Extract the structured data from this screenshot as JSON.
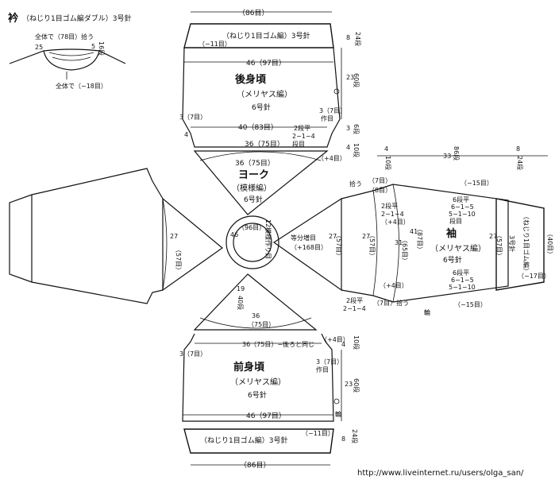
{
  "collar": {
    "title": "衿",
    "subtitle": "（ねじり1目ゴム編ダブル）3号針",
    "pick_all": "全体で（78目）拾う",
    "left_num": "25",
    "right_num": "5",
    "bind_all": "全体で（−18目）",
    "rows": "16段"
  },
  "back": {
    "width_top": "（86目）",
    "rib_label": "（ねじり1目ゴム編）3号針",
    "dec_label": "（−11目）",
    "width_46": "46（97目）",
    "title": "後身頃",
    "stitch": "（メリヤス編）",
    "needle": "6号針",
    "side_23": "23",
    "side_60": "60段",
    "rib_8": "8",
    "rib_24": "24段",
    "left_3": "3（7目）",
    "left_4": "4",
    "right_3": "3（7目）",
    "right_make": "作目",
    "width_40": "40（83目）",
    "dec_rule_1": "2段平",
    "dec_rule_2": "2−1−4",
    "dec_rule_3": "段目",
    "width_36": "36（75目）",
    "plus4": "（+4目）",
    "dim_3": "3",
    "dim_6": "6段",
    "dim_4": "4",
    "dim_10": "10段"
  },
  "yoke": {
    "width_36": "36（75目）",
    "title": "ヨーク",
    "stitch": "（模様編）",
    "needle": "6号針",
    "neck_46": "46",
    "neck_96": "（96目）",
    "neck_12": "12模様作り目",
    "right_note": "等分増目",
    "right_plus": "（+168目）",
    "right_27": "27",
    "right_57": "（57目）",
    "left_27": "27",
    "left_57": "（57目）",
    "bottom_19": "19",
    "bottom_40": "40段",
    "bottom_36": "36",
    "bottom_75": "（75目）"
  },
  "sleeve": {
    "top_4": "4",
    "top_10": "10段",
    "top_33": "33",
    "top_86": "86段",
    "top_8": "8",
    "top_24": "24段",
    "pick_top": "拾う",
    "pick_top_2": "（7目）",
    "pick_top_3": "（8目）",
    "dec_top": "（−15目）",
    "rule_a1": "2段平",
    "rule_a2": "2−1−4",
    "rule_a3": "（+4目）",
    "w_27": "27",
    "w_57": "（57目）",
    "w_31": "31",
    "w_65": "（65目）",
    "w_41": "41",
    "w_87": "（87目）",
    "title": "袖",
    "stitch": "（メリヤス編）",
    "needle": "6号針",
    "inc_top_1": "6段平",
    "inc_top_2": "6−1−5",
    "inc_top_3": "5−1−10",
    "inc_top_4": "段目",
    "inc_bot_1": "6段平",
    "inc_bot_2": "6−1−5",
    "inc_bot_3": "5−1−10",
    "plus4_b": "（+4目）",
    "rule_b1": "2段平",
    "rule_b2": "2−1−4",
    "pick_bot": "（7目）拾う",
    "dec_bot": "（−15目）",
    "ring": "輪",
    "cuff_27": "27",
    "cuff_57": "（57目）",
    "cuff_rib": "（ねじり1目ゴム編）",
    "cuff_needle": "3号針",
    "cuff_dec": "（−17目）",
    "cuff_40": "（40目）"
  },
  "front": {
    "width_36": "36（75目）−後ろと同じ",
    "plus4": "（+4目）",
    "dim_4": "4",
    "dim_10": "10段",
    "left_3": "3（7目）",
    "right_3": "3（7目）",
    "right_make": "作目",
    "title": "前身頃",
    "stitch": "（メリヤス編）",
    "needle": "6号針",
    "side_23": "23",
    "side_60": "60段",
    "ring": "輪",
    "width_46": "46（97目）",
    "rib_label": "（ねじり1目ゴム編）3号針",
    "dec_label": "（−11目）",
    "rib_8": "8",
    "rib_24": "24段",
    "width_bottom": "（86目）"
  },
  "watermark": "http://www.liveinternet.ru/users/olga_san/"
}
